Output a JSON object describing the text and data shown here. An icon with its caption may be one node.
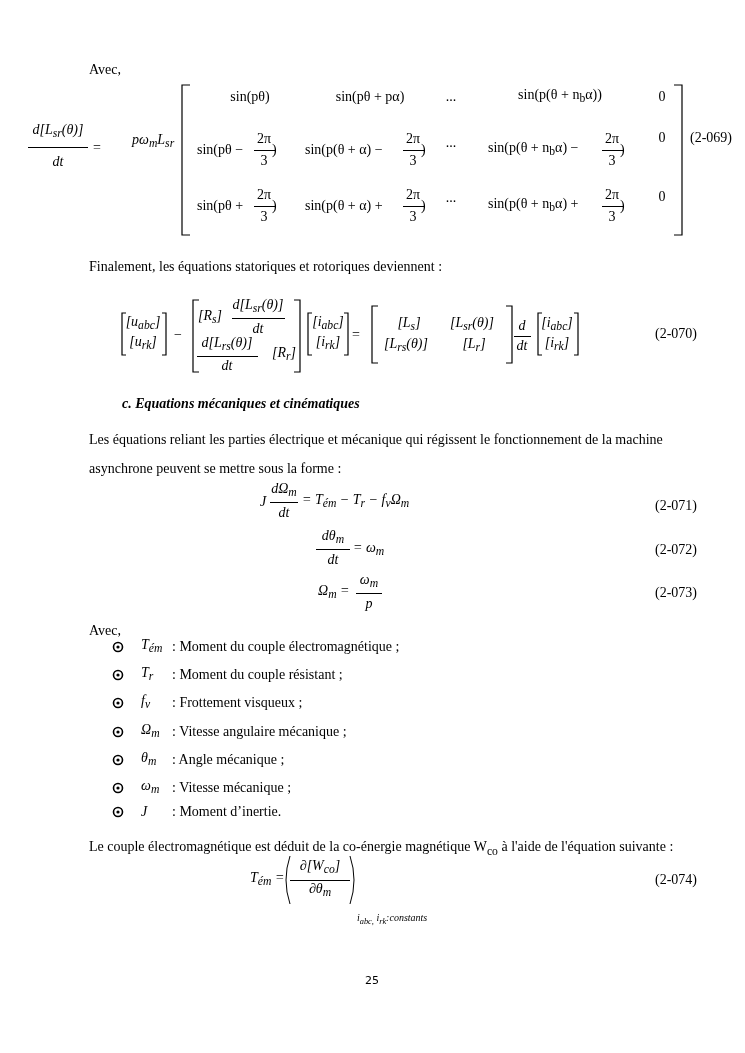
{
  "diagram": {
    "labels": [
      "Avec,",
      "d[L$_{sr}$(θ)]",
      "dt",
      "=",
      "pω$_{m}$L$_{sr}$",
      "sin(pθ)",
      "sin(pθ + pα)",
      "...",
      "sin(p(θ + n$_{b}$α))",
      "0",
      "sin(pθ −",
      "2π",
      "3",
      ")",
      "sin(p(θ + α) −",
      "2π",
      "3",
      ")",
      "...",
      "sin(p(θ + n$_{b}$α) −",
      "2π",
      "3",
      ")",
      "0",
      "sin(pθ +",
      "2π",
      "3",
      ")",
      "sin(p(θ + α) +",
      "2π",
      "3",
      ")",
      "...",
      "sin(p(θ + n$_{b}$α) +",
      "2π",
      "3",
      ")",
      "0",
      "(2-069)",
      "Finalement, les équations statoriques et rotoriques deviennent :",
      "[u$_{abc}$]",
      "[u$_{rk}$]",
      "−",
      "[R$_{s}$]",
      "d[L$_{sr}$(θ)]",
      "dt",
      "d[L$_{rs}$(θ)]",
      "dt",
      "[R$_{r}$]",
      "[i$_{abc}$]",
      "[i$_{rk}$]",
      "=",
      "[L$_{s}$]",
      "[L$_{sr}$(θ)]",
      "[L$_{rs}$(θ)]",
      "[L$_{r}$]",
      "d",
      "dt",
      "[i$_{abc}$]",
      "[i$_{rk}$]",
      "(2-070)",
      "c. Equations mécaniques et cinématiques",
      "Les équations reliant les parties électrique et mécanique qui régissent le fonctionnement de la machine asynchrone peuvent se mettre sous la forme :",
      "J",
      "dΩ$_{m}$",
      "dt",
      "= T$_{ém}$ − T$_{r}$ − f$_{v}$Ω$_{m}$",
      "(2-071)",
      "dθ$_{m}$",
      "dt",
      "= ω$_{m}$",
      "(2-072)",
      "Ω$_{m}$ =",
      "ω$_{m}$",
      "p",
      "(2-073)",
      "Avec,",
      "T$_{ém}$",
      ": Moment du couple électromagnétique ;",
      "T$_{r}$",
      ": Moment du couple résistant ;",
      "f$_{v}$",
      ": Frottement visqueux ;",
      "Ω$_{m}$",
      ": Vitesse angulaire mécanique ;",
      "θ$_{m}$",
      ": Angle mécanique ;",
      "ω$_{m}$",
      ": Vitesse mécanique ;",
      "J",
      ": Moment d’inertie.",
      "Le couple électromagnétique est déduit de la co-énergie magnétique W$_{co}$ à l'aide de l'équation suivante :",
      "T$_{ém}$ =",
      "∂[W$_{co}$]",
      "∂θ$_{m}$",
      "i$_{abc,}$ i$_{rk}$:constants",
      "(2-074)",
      "25"
    ]
  }
}
